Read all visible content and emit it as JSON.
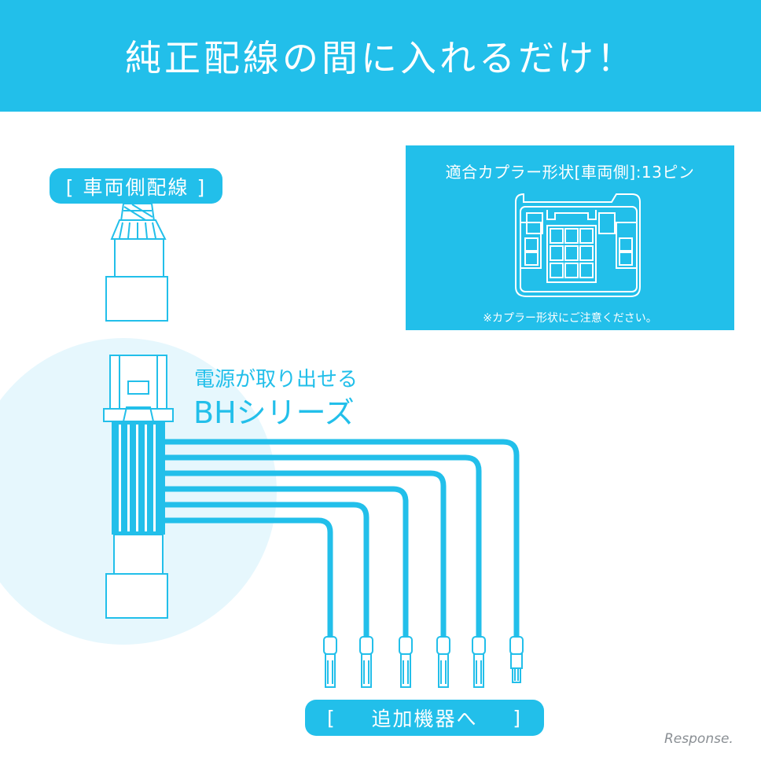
{
  "header": {
    "title": "純正配線の間に入れるだけ！"
  },
  "vehicle_label": {
    "text": "[ 車両側配線 ]"
  },
  "coupler_spec": {
    "title": "適合カプラー形状[車両側]:13ピン",
    "note": "※カプラー形状にご注意ください。"
  },
  "series": {
    "line1": "電源が取り出せる",
    "line2": "BHシリーズ"
  },
  "devices_label": {
    "open": "[",
    "text": "追加機器へ",
    "close": "]"
  },
  "watermark": {
    "text": "Response."
  },
  "colors": {
    "accent": "#22bfea",
    "bubble": "#e6f7fd",
    "white": "#ffffff"
  },
  "icons": [
    "vehicle-connector-icon",
    "harness-connector-icon",
    "coupler-13pin-icon",
    "terminal-icon"
  ]
}
